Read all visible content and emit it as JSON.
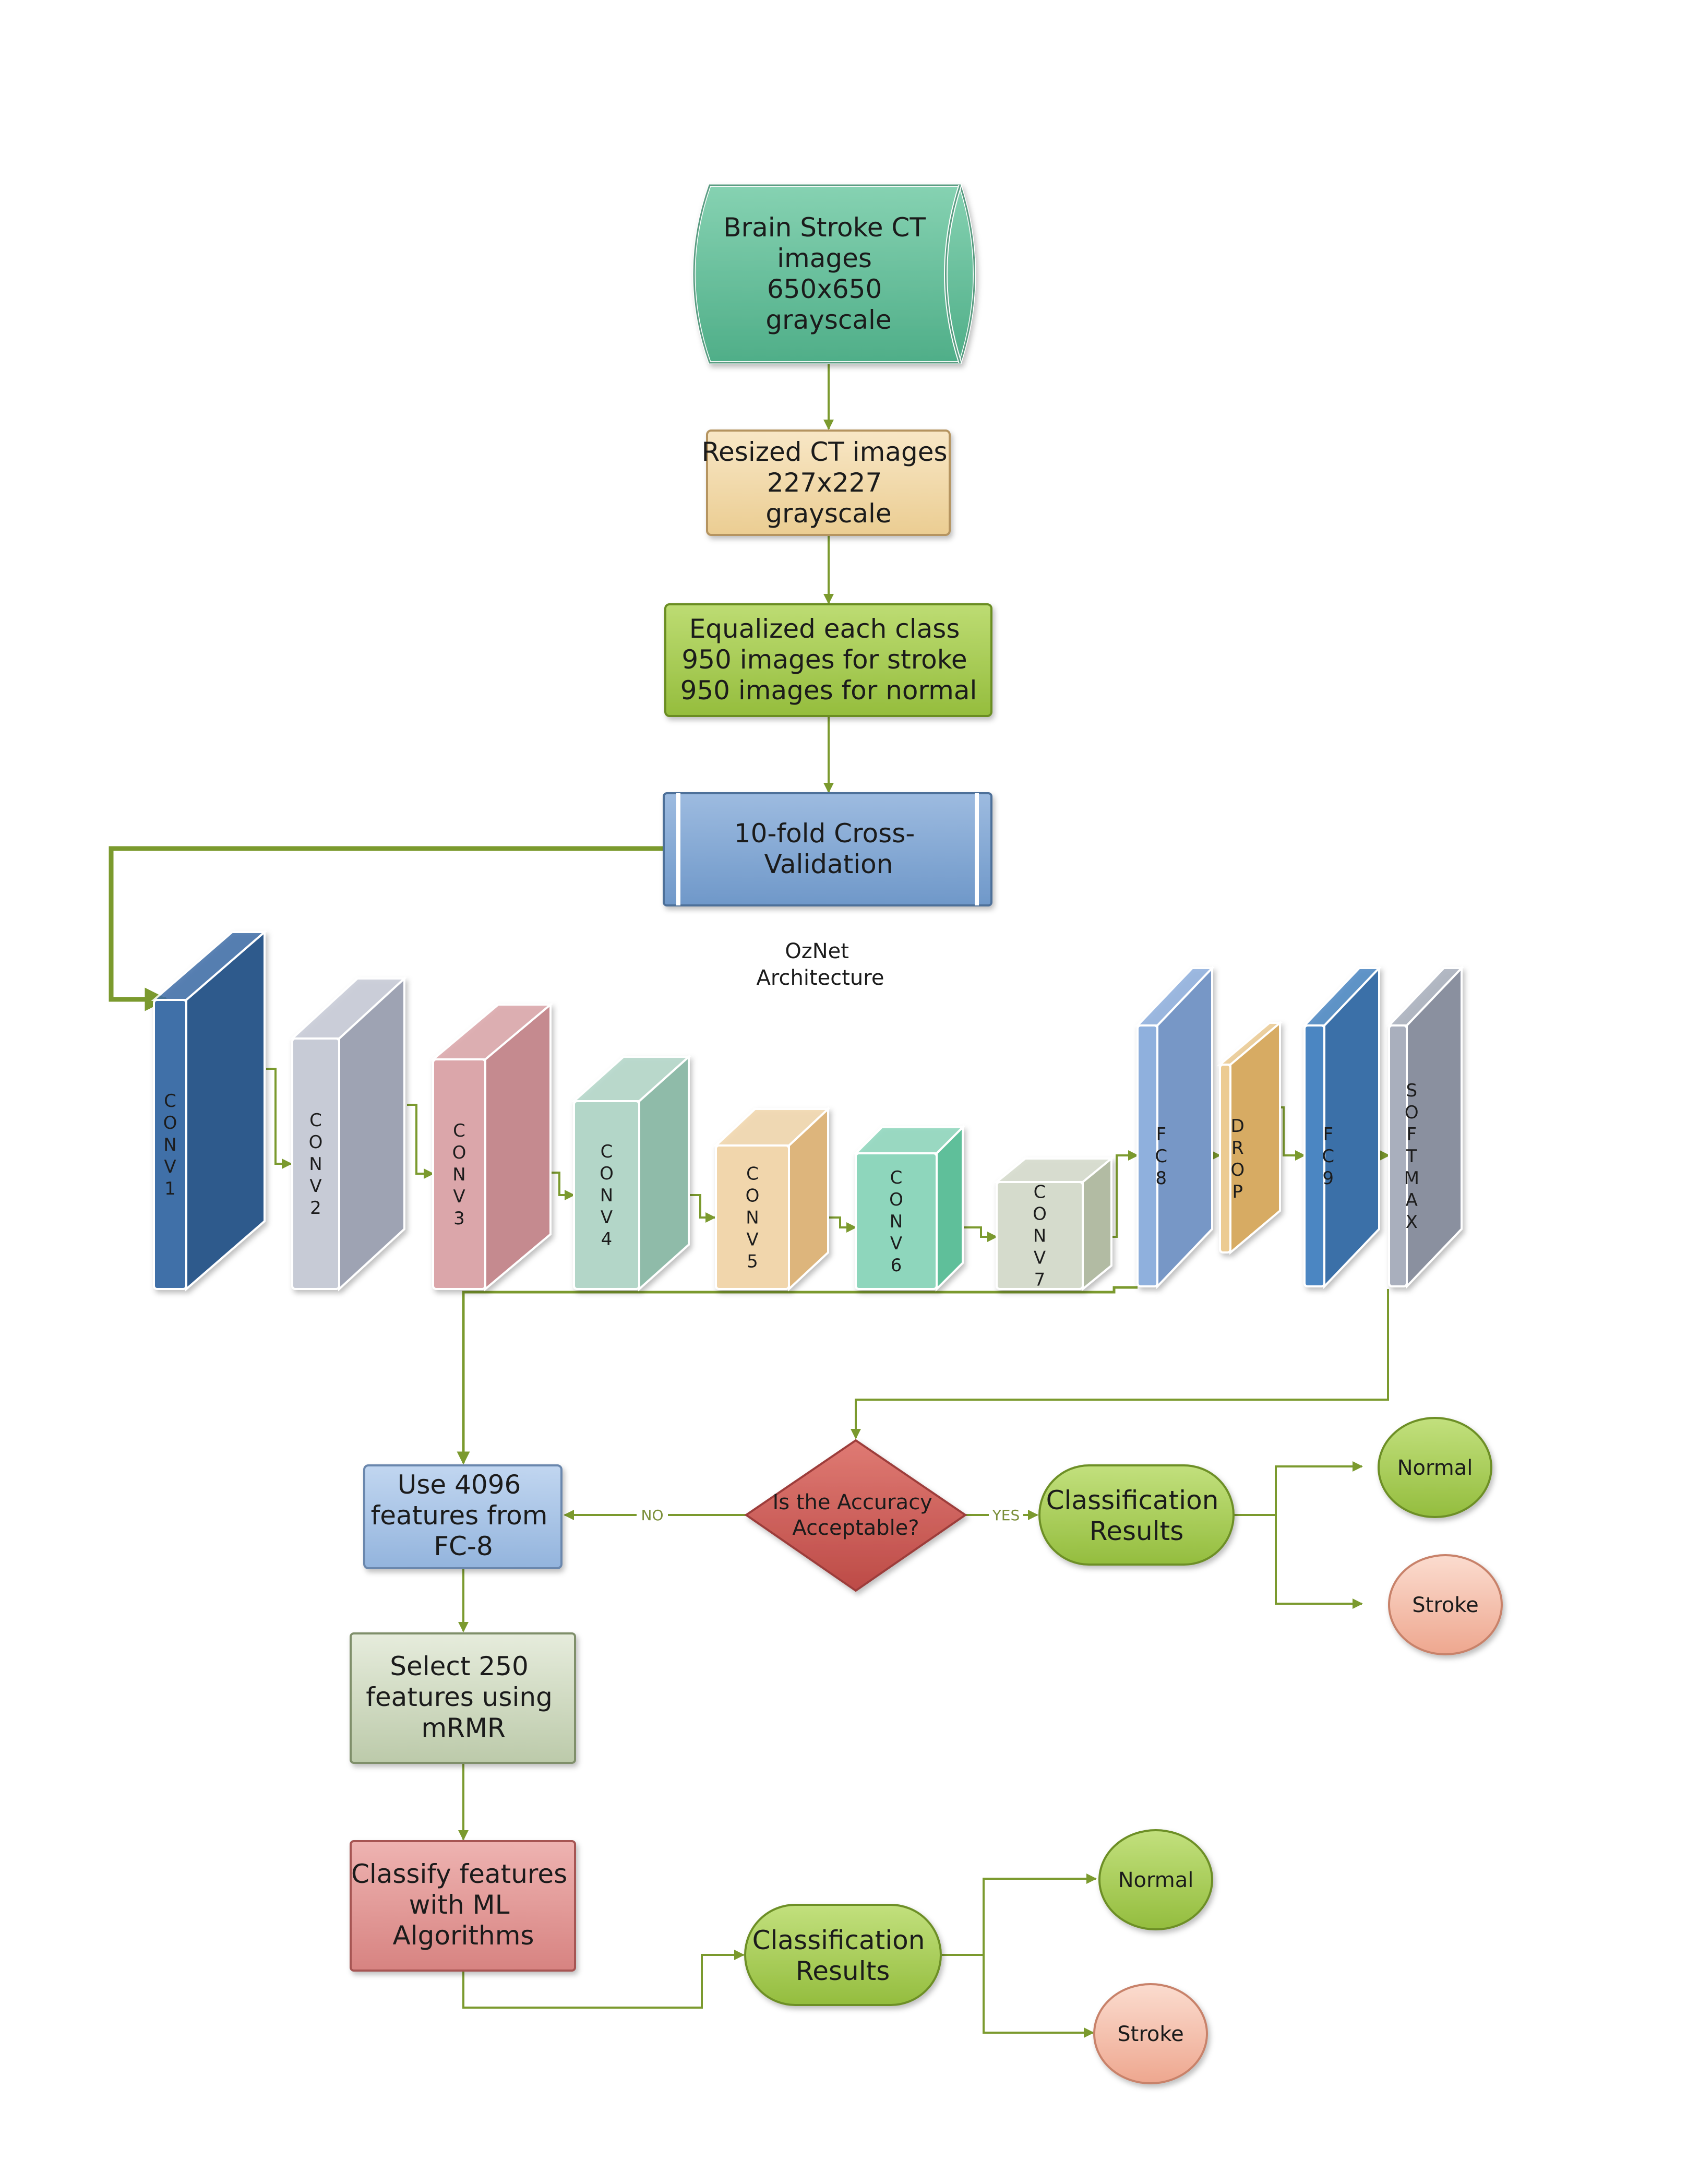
{
  "nodes": {
    "input": {
      "lines": [
        "Brain Stroke CT",
        "images",
        "650x650",
        "grayscale"
      ]
    },
    "resize": {
      "lines": [
        "Resized CT images",
        "227x227",
        "grayscale"
      ]
    },
    "equalize": {
      "lines": [
        "Equalized each class",
        "950 images for stroke",
        "950 images for normal"
      ]
    },
    "cv": {
      "lines": [
        "10-fold Cross-",
        "Validation"
      ]
    },
    "arch_label": {
      "lines": [
        "OzNet",
        "Architecture"
      ]
    },
    "use_features": {
      "lines": [
        "Use 4096",
        "features from",
        "FC-8"
      ]
    },
    "decision": {
      "lines": [
        "Is the Accuracy",
        "Acceptable?"
      ]
    },
    "results_top": {
      "lines": [
        "Classification",
        "Results"
      ]
    },
    "normal_top": {
      "lines": [
        "Normal"
      ]
    },
    "stroke_top": {
      "lines": [
        "Stroke"
      ]
    },
    "select": {
      "lines": [
        "Select 250",
        "features using",
        "mRMR"
      ]
    },
    "classify": {
      "lines": [
        "Classify features",
        "with ML",
        "Algorithms"
      ]
    },
    "results_bottom": {
      "lines": [
        "Classification",
        "Results"
      ]
    },
    "normal_bottom": {
      "lines": [
        "Normal"
      ]
    },
    "stroke_bottom": {
      "lines": [
        "Stroke"
      ]
    }
  },
  "edges": {
    "no_label": "NO",
    "yes_label": "YES"
  },
  "layers": [
    {
      "id": "conv1",
      "letters": [
        "C",
        "O",
        "N",
        "V",
        "1"
      ],
      "front": "#3f6fa8",
      "side": "#2f5a8c"
    },
    {
      "id": "conv2",
      "letters": [
        "C",
        "O",
        "N",
        "V",
        "2"
      ],
      "front": "#c7cbd6",
      "side": "#9ea3b3"
    },
    {
      "id": "conv3",
      "letters": [
        "C",
        "O",
        "N",
        "V",
        "3"
      ],
      "front": "#dba6aa",
      "side": "#c58a8f"
    },
    {
      "id": "conv4",
      "letters": [
        "C",
        "O",
        "N",
        "V",
        "4"
      ],
      "front": "#b3d6c8",
      "side": "#8fbba9"
    },
    {
      "id": "conv5",
      "letters": [
        "C",
        "O",
        "N",
        "V",
        "5"
      ],
      "front": "#f1d6ac",
      "side": "#ddb57b"
    },
    {
      "id": "conv6",
      "letters": [
        "C",
        "O",
        "N",
        "V",
        "6"
      ],
      "front": "#8ed6bc",
      "side": "#5fbf9a"
    },
    {
      "id": "conv7",
      "letters": [
        "C",
        "O",
        "N",
        "V",
        "7"
      ],
      "front": "#d5dbcc",
      "side": "#b2bba3"
    },
    {
      "id": "fc8",
      "letters": [
        "F",
        "C",
        "8"
      ],
      "front": "#8fb0dd",
      "side": "#7797c6"
    },
    {
      "id": "drop",
      "letters": [
        "D",
        "R",
        "O",
        "P"
      ],
      "front": "#eccb92",
      "side": "#d7ab63"
    },
    {
      "id": "fc9",
      "letters": [
        "F",
        "C",
        "9"
      ],
      "front": "#4c86c2",
      "side": "#3b6fa8"
    },
    {
      "id": "softmax",
      "letters": [
        "S",
        "O",
        "F",
        "T",
        "M",
        "A",
        "X"
      ],
      "front": "#a9afbd",
      "side": "#8a909f"
    }
  ],
  "colors": {
    "connector": "#7b9a2e",
    "input_fill": "#6fc3a0",
    "resize_fill": "#f3ddb0",
    "equalize_fill": "#a9cf55",
    "cv_fill": "#7ea6d4",
    "use_features_fill": "#a9c5e8",
    "decision_fill": "#cd5f5a",
    "results_fill": "#a9cf55",
    "normal_fill": "#a9cf55",
    "stroke_fill": "#f4c1ad",
    "select_fill": "#d3ddc6",
    "classify_fill": "#e39b9a"
  }
}
